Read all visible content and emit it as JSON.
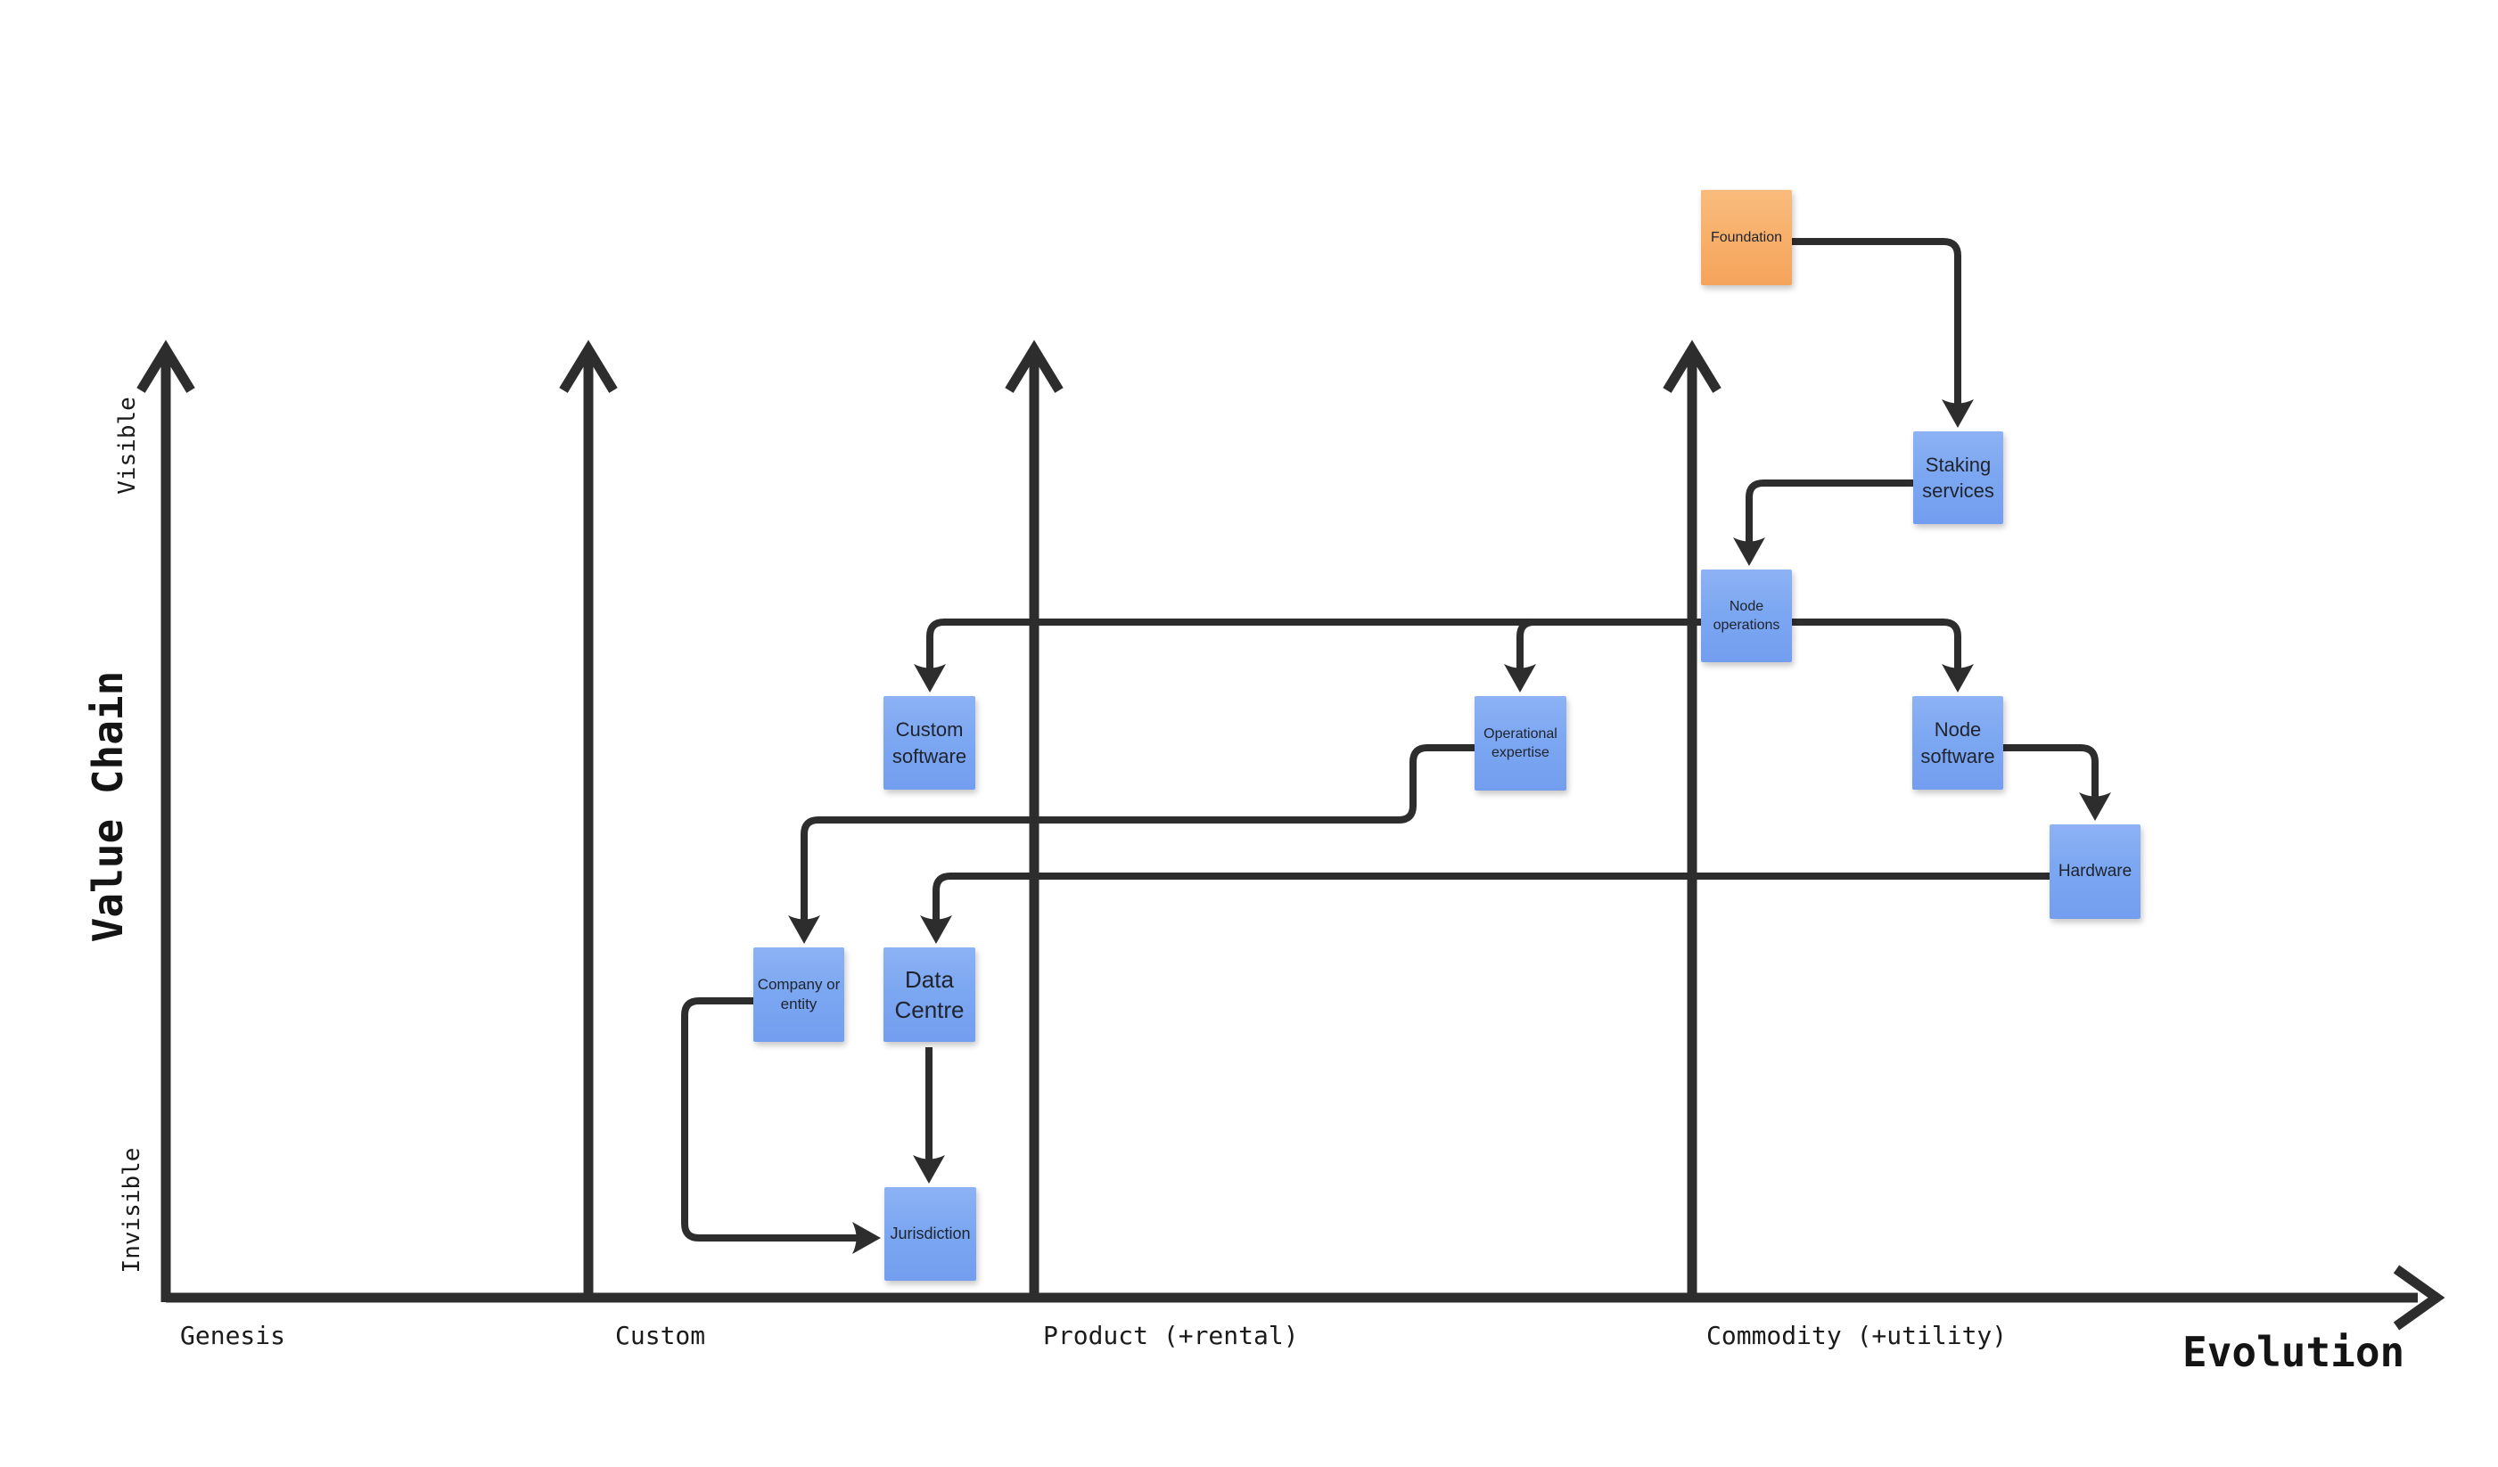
{
  "map": {
    "type": "wardley-map",
    "y_axis": {
      "title": "Value Chain",
      "top_label": "Visible",
      "bottom_label": "Invisible"
    },
    "x_axis": {
      "title": "Evolution",
      "stages": [
        "Genesis",
        "Custom",
        "Product (+rental)",
        "Commodity (+utility)"
      ]
    },
    "colors": {
      "node_blue": "#7ca7f1",
      "node_orange": "#f7ad67",
      "line": "#2d2d2d",
      "text": "#20242e"
    },
    "nodes": [
      {
        "id": "foundation",
        "label": "Foundation",
        "color": "orange",
        "stage": "Commodity (+utility)",
        "visibility": "visible"
      },
      {
        "id": "staking-services",
        "label": "Staking services",
        "color": "blue",
        "stage": "Commodity (+utility)",
        "visibility": "visible"
      },
      {
        "id": "node-operations",
        "label": "Node operations",
        "color": "blue",
        "stage": "Commodity (+utility)",
        "visibility": "middle"
      },
      {
        "id": "custom-software",
        "label": "Custom software",
        "color": "blue",
        "stage": "Custom",
        "visibility": "middle"
      },
      {
        "id": "operational-expertise",
        "label": "Operational expertise",
        "color": "blue",
        "stage": "Product (+rental)",
        "visibility": "middle"
      },
      {
        "id": "node-software",
        "label": "Node software",
        "color": "blue",
        "stage": "Commodity (+utility)",
        "visibility": "middle"
      },
      {
        "id": "hardware",
        "label": "Hardware",
        "color": "blue",
        "stage": "Commodity (+utility)",
        "visibility": "middle"
      },
      {
        "id": "company-or-entity",
        "label": "Company or entity",
        "color": "blue",
        "stage": "Custom",
        "visibility": "invisible"
      },
      {
        "id": "data-centre",
        "label": "Data Centre",
        "color": "blue",
        "stage": "Custom",
        "visibility": "invisible"
      },
      {
        "id": "jurisdiction",
        "label": "Jurisdiction",
        "color": "blue",
        "stage": "Custom",
        "visibility": "invisible"
      }
    ],
    "edges": [
      {
        "from": "foundation",
        "to": "staking-services"
      },
      {
        "from": "staking-services",
        "to": "node-operations"
      },
      {
        "from": "node-operations",
        "to": "node-software"
      },
      {
        "from": "node-operations",
        "to": "custom-software"
      },
      {
        "from": "node-operations",
        "to": "operational-expertise"
      },
      {
        "from": "node-software",
        "to": "hardware"
      },
      {
        "from": "hardware",
        "to": "data-centre"
      },
      {
        "from": "operational-expertise",
        "to": "company-or-entity"
      },
      {
        "from": "company-or-entity",
        "to": "jurisdiction"
      },
      {
        "from": "data-centre",
        "to": "jurisdiction"
      }
    ]
  }
}
